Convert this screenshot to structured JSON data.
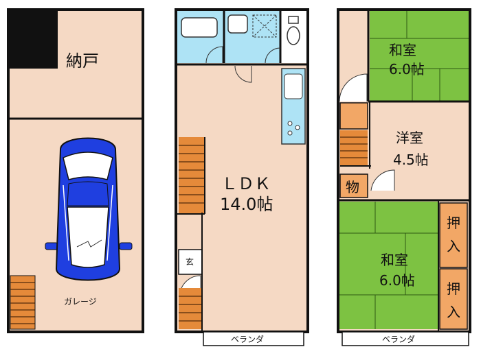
{
  "floor1": {
    "storage_label": "納戸",
    "garage_label": "ガレージ"
  },
  "floor2": {
    "ldk_line1": "ＬＤＫ",
    "ldk_line2": "14.0帖",
    "entrance_label": "玄",
    "balcony_label": "ベランダ"
  },
  "floor3": {
    "washitsu_top_line1": "和室",
    "washitsu_top_line2": "6.0帖",
    "yoshitsu_line1": "洋室",
    "yoshitsu_line2": "4.5帖",
    "storage_small": "物",
    "washitsu_bottom_line1": "和室",
    "washitsu_bottom_line2": "6.0帖",
    "closet_top": [
      "押",
      "入"
    ],
    "closet_bottom": [
      "押",
      "入"
    ],
    "balcony_label": "ベランダ"
  },
  "colors": {
    "wall": "#111111",
    "floor_beige": "#f5d9c4",
    "tatami_green": "#7dc242",
    "closet_orange": "#f2a766",
    "stair_orange": "#e58a3a",
    "bath_blue": "#aee3f5",
    "car_blue": "#1f3fe0"
  }
}
